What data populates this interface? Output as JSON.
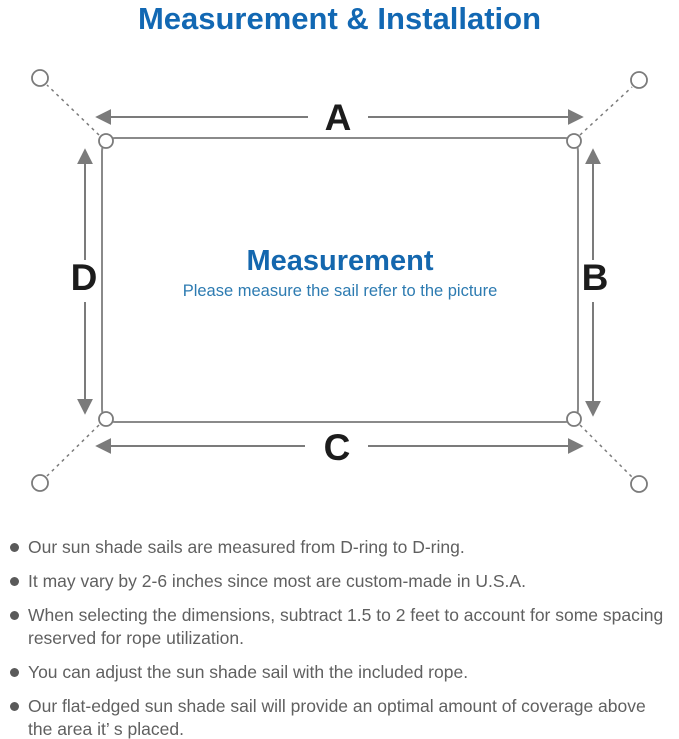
{
  "title": "Measurement & Installation",
  "diagram": {
    "labels": {
      "top": "A",
      "right": "B",
      "bottom": "C",
      "left": "D"
    },
    "center_heading": "Measurement",
    "center_subtext": "Please measure the sail refer to the picture",
    "colors": {
      "title_blue": "#1268b3",
      "center_heading_blue": "#1467ae",
      "center_subtext_blue": "#2d7bb1",
      "line_gray": "#7b7b7b",
      "label_black": "#1c1c1c",
      "note_gray": "#606060"
    }
  },
  "notes": {
    "items": [
      "Our sun shade sails are measured from D-ring to D-ring.",
      "It may vary by 2-6 inches since most are custom-made in U.S.A.",
      "When selecting the dimensions, subtract 1.5 to 2 feet to account for some spacing reserved for rope utilization.",
      "You can adjust the sun shade sail with the included rope.",
      "Our flat-edged sun shade sail will provide an optimal amount of coverage above the area it’ s placed."
    ]
  }
}
